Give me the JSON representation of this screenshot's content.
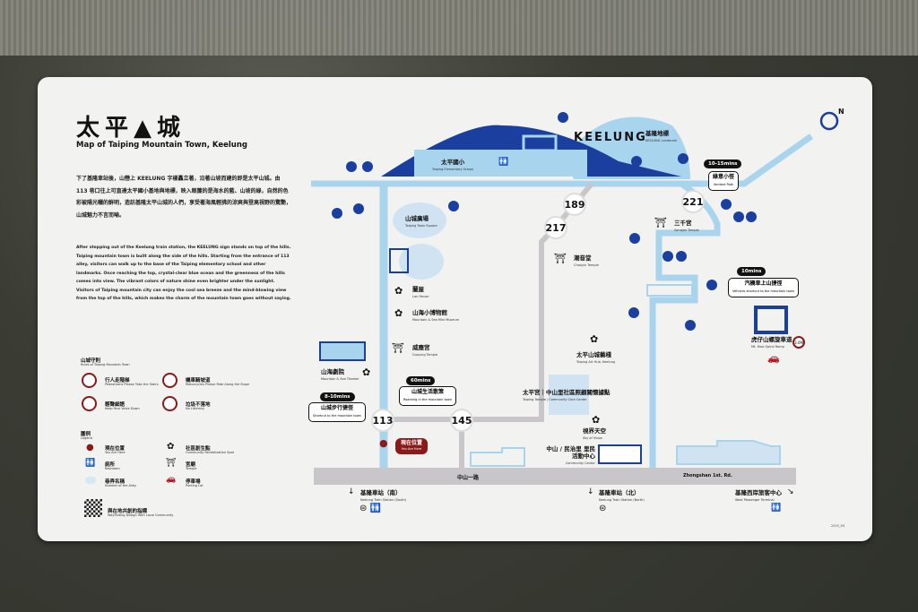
{
  "title": {
    "zh": "太平▲城",
    "en": "Map of Taiping Mountain Town, Keelung"
  },
  "intro_zh": "下了基隆車站後，山巒上 KEELUNG 字樣矗立著，沿著山坡而建的即是太平山城。由 113 巷口往上可直達太平國小基地與地標，映入眼簾的是海水的藍、山坡的綠，自然的色彩被陽光曬的鮮明，造訪基隆太平山城的人們，享受著海風輕拂的涼爽與登高視野的驚艷，山城魅力不言而喻。",
  "intro_en": "After stepping out of the Keelung train station, the KEELUNG sign stands on top of the hills. Taiping mountain town is built along the side of the hills. Starting from the entrance of 113 alley, visitors can walk up to the base of the Taiping elementary school and other landmarks. Once reaching the top, crystal-clear blue ocean and the greenness of the hills comes into view. The vibrant colors of nature shine even brighter under the sunlight. Visitors of Taiping mountain city can enjoy the cool sea breeze and the mind-blowing view from the top of the hills, which makes the charm of the mountain town goes without saying.",
  "rules": {
    "title": "山城守則",
    "subtitle": "Rules of Taiping Mountain Town",
    "items": [
      {
        "zh": "行人走階梯",
        "en": "Pedestrians Please Take the Stairs"
      },
      {
        "zh": "機車騎坡道",
        "en": "Motorcycles Please Ride Along the Slope"
      },
      {
        "zh": "輕聲細語",
        "en": "Keep Your Voice Down"
      },
      {
        "zh": "垃圾不落地",
        "en": "No Littering"
      }
    ]
  },
  "legend": {
    "title": "圖例",
    "subtitle": "Legend",
    "items": [
      {
        "zh": "現在位置",
        "en": "You Are Here"
      },
      {
        "zh": "社區創生點",
        "en": "Community Revitalization Spot"
      },
      {
        "zh": "廁所",
        "en": "Restroom"
      },
      {
        "zh": "宮廟",
        "en": "Temple"
      },
      {
        "zh": "巷弄名稱",
        "en": "Number of the Alley"
      },
      {
        "zh": "停車場",
        "en": "Parking Lot"
      }
    ]
  },
  "credit": {
    "zh": "與在地共創的指標",
    "en": "Wayfinding Design With Local Community"
  },
  "map": {
    "keelung": "KEELUNG",
    "landmark": {
      "zh": "基隆地標",
      "en": "KEELUNG Landmark"
    },
    "school": {
      "zh": "太平國小",
      "en": "Taiping Elementary School"
    },
    "square": {
      "zh": "山城廣場",
      "en": "Taiping Town Square"
    },
    "lan": {
      "zh": "蘭屋",
      "en": "Lan House"
    },
    "museum": {
      "zh": "山海小博物館",
      "en": "Mountain & Sea Mini Museum"
    },
    "guoying": {
      "zh": "威應宮",
      "en": "Guoying Temple"
    },
    "theater": {
      "zh": "山海劇院",
      "en": "Mountain & Sea Theater"
    },
    "chaoyin": {
      "zh": "潮音堂",
      "en": "Chaoyin Temple"
    },
    "sanqian": {
      "zh": "三千宮",
      "en": "Sanqian Temple"
    },
    "verdant": {
      "zh": "綠意小徑",
      "en": "Verdant Path",
      "time": "10-15mins"
    },
    "shortcut": {
      "zh": "山城步行捷徑",
      "en": "Shortcut to the mountain town",
      "time": "8-10mins"
    },
    "roaming": {
      "zh": "山城生活散策",
      "en": "Roaming in the mountain town",
      "time": "60mins"
    },
    "vehicles": {
      "zh": "汽機車上山捷徑",
      "en": "Vehicles shortcut to the mountain town",
      "time": "10mins"
    },
    "arthub": {
      "zh": "太平山城藝棧",
      "en": "Taiping Art Hub, Keelung"
    },
    "taiping_temple": {
      "zh": "太平宮｜中山里社區照顧關懷據點",
      "en": "Taiping Temple | Community Care Center"
    },
    "sky": {
      "zh": "視界天空",
      "en": "Sky of Vision"
    },
    "community": {
      "zh": "中山 / 民治里 里民活動中心",
      "en": "Community Center"
    },
    "ramp": {
      "zh": "虎仔山螺旋車道",
      "en": "Mt. Hooi Spiral Ramp",
      "limit": "3.0M"
    },
    "you_are_here": {
      "zh": "現在位置",
      "en": "You Are Here"
    },
    "alleys": [
      "113",
      "145",
      "189",
      "217",
      "221"
    ],
    "road_zh": "中山一路",
    "road_en": "Zhongshan 1st. Rd.",
    "station_south": {
      "zh": "基隆車站（南）",
      "en": "Keelung Train Station (South)"
    },
    "station_north": {
      "zh": "基隆車站（北）",
      "en": "Keelung Train Station (North)"
    },
    "terminal": {
      "zh": "基隆西岸旅客中心",
      "en": "West Passenger Terminal"
    },
    "compass": "N",
    "code": "2003_M1"
  },
  "colors": {
    "dark_blue": "#1a3f9e",
    "light_blue": "#a9d4ee",
    "road": "#c8c6c8",
    "red": "#8b1a1a"
  }
}
